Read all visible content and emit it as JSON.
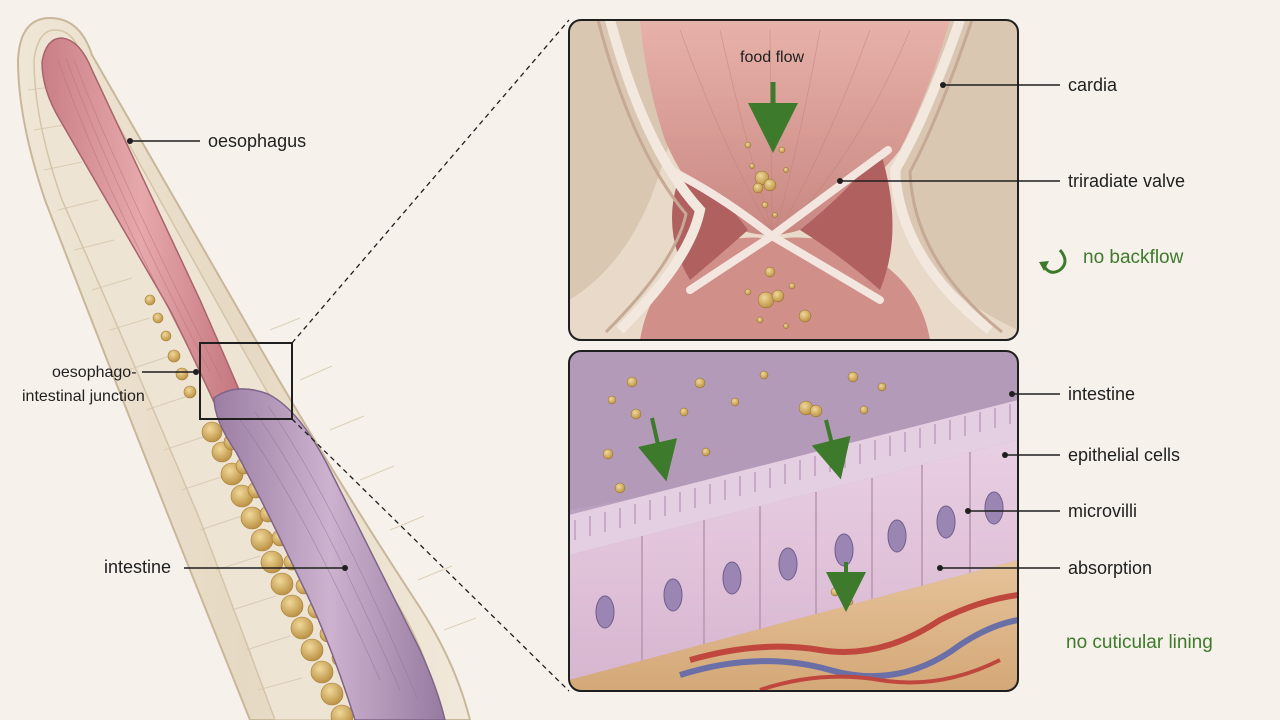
{
  "labels": {
    "oesophagus": "oesophagus",
    "junction_line1": "oesophago-",
    "junction_line2": "intestinal junction",
    "intestine_left": "intestine",
    "food_flow": "food flow",
    "cardia": "cardia",
    "triradiate_valve": "triradiate valve",
    "no_backflow": "no backflow",
    "intestine_right": "intestine",
    "epithelial_cells": "epithelial cells",
    "microvilli": "microvilli",
    "absorption": "absorption",
    "no_cuticular_lining": "no cuticular lining"
  },
  "colors": {
    "background": "#f6f1ea",
    "body_wall": "#e8dcc8",
    "oesophagus": "#d9959a",
    "intestine": "#b99ab8",
    "granules": "#c9a35a",
    "arrow_green": "#3d7a2b",
    "valve_pink": "#cf8a86",
    "lumen_purple": "#a98cb0"
  }
}
